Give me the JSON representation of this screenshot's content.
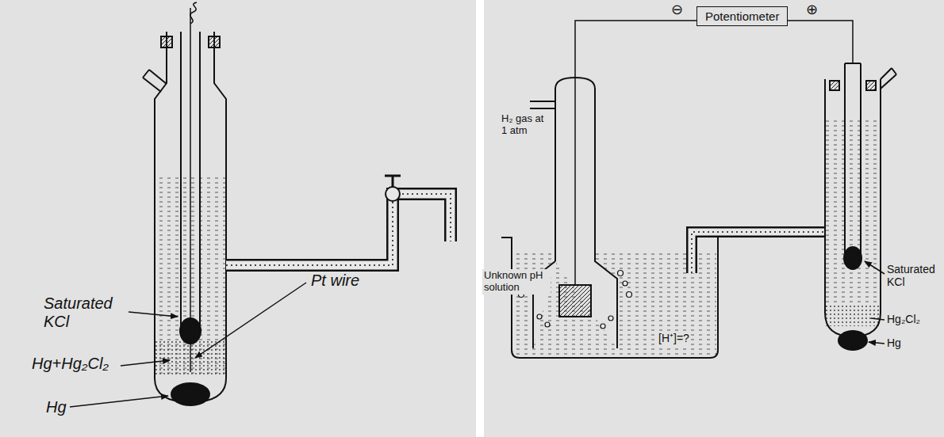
{
  "diagram": {
    "nodes": [
      {
        "text": [
          "Potentiometer"
        ]
      }
    ],
    "labels": [
      "Saturated KCl",
      "Hg+Hg₂Cl₂",
      "Pt wire",
      "Hg",
      "H₂ gas at 1 atm",
      "Unknown pH solution",
      "[H⁺]=?",
      "Saturated KCl",
      "Hg₂Cl₂",
      "Hg",
      "⊖",
      "⊕"
    ]
  }
}
